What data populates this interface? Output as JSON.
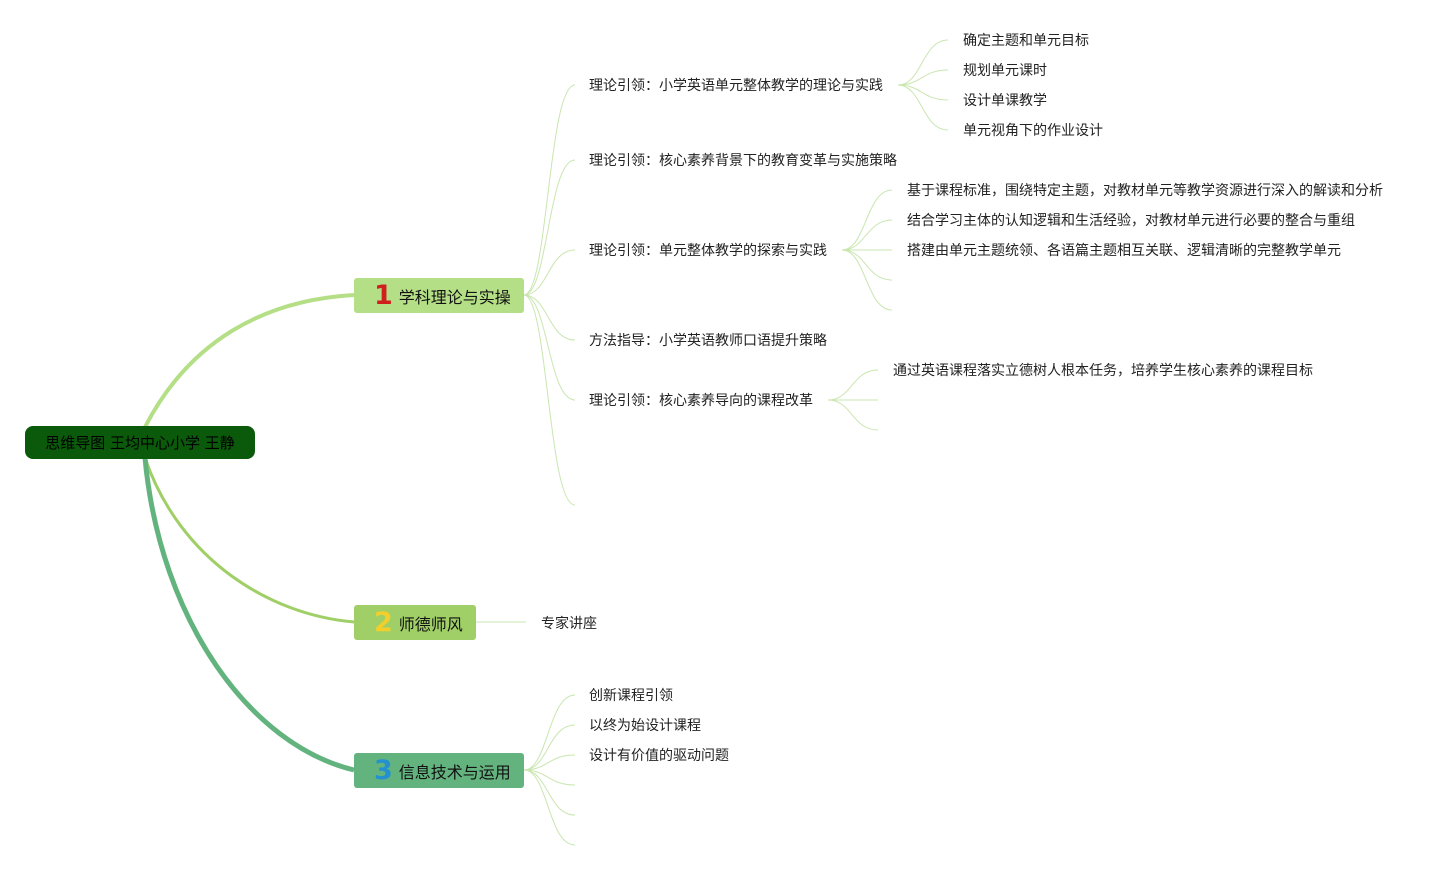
{
  "root": {
    "label": "思维导图 王均中心小学 王静"
  },
  "branches": [
    {
      "num": "1",
      "label": "学科理论与实操",
      "num_color": "#d0201e",
      "children": [
        {
          "label": "理论引领：小学英语单元整体教学的理论与实践",
          "children": [
            "确定主题和单元目标",
            "规划单元课时",
            "设计单课教学",
            "单元视角下的作业设计"
          ]
        },
        {
          "label": "理论引领：核心素养背景下的教育变革与实施策略"
        },
        {
          "label": "理论引领：单元整体教学的探索与实践",
          "children": [
            "基于课程标准，围绕特定主题，对教材单元等教学资源进行深入的解读和分析",
            "结合学习主体的认知逻辑和生活经验，对教材单元进行必要的整合与重组",
            "搭建由单元主题统领、各语篇主题相互关联、逻辑清晰的完整教学单元"
          ]
        },
        {
          "label": "方法指导：小学英语教师口语提升策略"
        },
        {
          "label": "理论引领：核心素养导向的课程改革",
          "children": [
            "通过英语课程落实立德树人根本任务，培养学生核心素养的课程目标"
          ]
        }
      ]
    },
    {
      "num": "2",
      "label": "师德师风",
      "num_color": "#f2cf2a",
      "children": [
        {
          "label": "专家讲座"
        }
      ]
    },
    {
      "num": "3",
      "label": "信息技术与运用",
      "num_color": "#2590d0",
      "children": [
        {
          "label": "创新课程引领"
        },
        {
          "label": "以终为始设计课程"
        },
        {
          "label": "设计有价值的驱动问题"
        }
      ]
    }
  ],
  "colors": {
    "root_bg": "#0b5a0b",
    "branch1": "#b5df86",
    "branch2": "#9fcf66",
    "branch3": "#63b37f",
    "link_light": "#c9e6b0"
  }
}
